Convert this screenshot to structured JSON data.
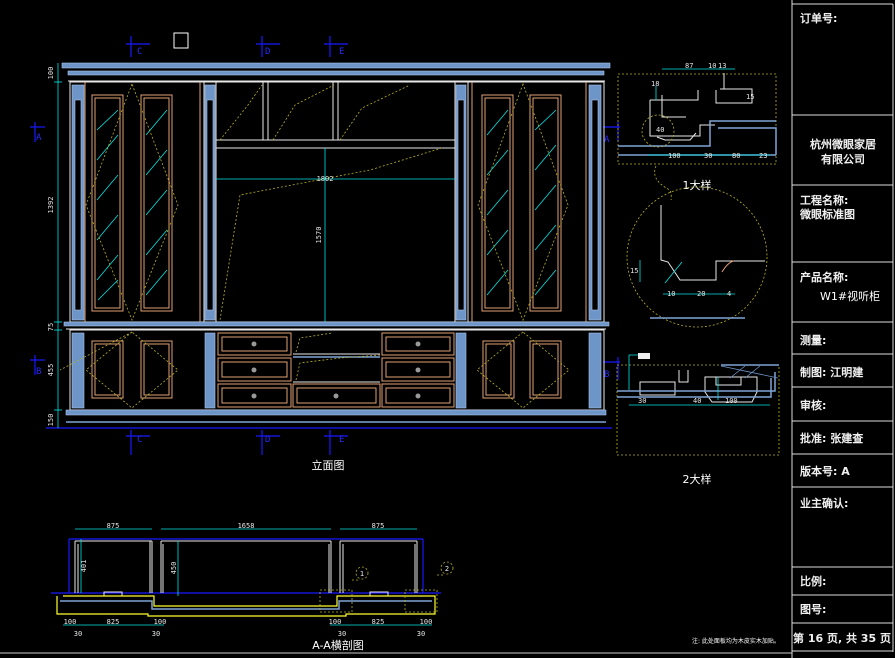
{
  "title_block": {
    "order_no": "订单号:",
    "company_line1": "杭州微眼家居",
    "company_line2": "有限公司",
    "project_label": "工程名称:",
    "project_value": "微眼标准图",
    "product_label": "产品名称:",
    "product_value": "W1#视听柜",
    "measure": "测量:",
    "drawn_by": "制图: 江明建",
    "reviewed_by": "审核:",
    "approved_by": "批准: 张建查",
    "version": "版本号: A",
    "owner_confirm": "业主确认:",
    "scale": "比例:",
    "drawing_no": "图号:",
    "page": "第 16 页, 共 35 页"
  },
  "elevation": {
    "caption": "立面图",
    "section_marks": [
      "C",
      "D",
      "E",
      "A",
      "B"
    ],
    "dims": {
      "top": "100",
      "upper": "1392",
      "mid": "75",
      "lower": "455",
      "base": "150",
      "opening_width": "1802",
      "opening_height": "1570"
    }
  },
  "detail1": {
    "caption": "1大样",
    "dims_top": [
      "87",
      "10",
      "13"
    ],
    "dims_misc": [
      "18",
      "40",
      "15"
    ],
    "dims_bottom": [
      "100",
      "30",
      "80",
      "23"
    ],
    "zoom_dims": [
      "15",
      "10",
      "20",
      "4"
    ]
  },
  "detail2": {
    "caption": "2大样",
    "dims_bottom": [
      "30",
      "40",
      "100"
    ]
  },
  "section": {
    "caption": "A-A横剖图",
    "dims_top": [
      "875",
      "1658",
      "875"
    ],
    "dims_height": [
      "401",
      "450"
    ],
    "dims_bottom": [
      "100",
      "825",
      "100",
      "100",
      "825",
      "100"
    ],
    "dims_sub": [
      "30",
      "30",
      "30",
      "30"
    ],
    "callouts": [
      "1",
      "2"
    ],
    "note": "注: 此处面板均为木皮实木加贴。"
  }
}
